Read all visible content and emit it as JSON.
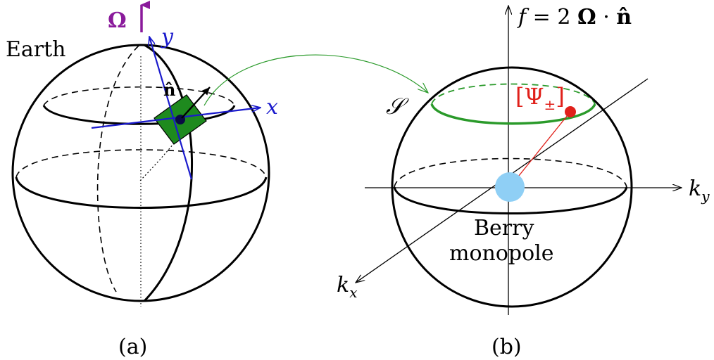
{
  "panel_a": {
    "earth_label": "Earth",
    "omega_label": "Ω",
    "y_label": "y",
    "x_label": "x",
    "n_label": "n̂",
    "caption": "(a)"
  },
  "panel_b": {
    "axis_f_label": "f = 2 Ω · n̂",
    "ky_label": "k",
    "ky_sub": "y",
    "kx_label": "k",
    "kx_sub": "x",
    "surface_label": "𝒮",
    "psi_label": "[Ψ",
    "psi_sub": "±",
    "psi_close": "]",
    "monopole_line1": "Berry",
    "monopole_line2": "monopole",
    "caption": "(b)"
  },
  "colors": {
    "omega": "#8a1a9b",
    "axes_blue": "#1a1acc",
    "patch_green": "#1e8a1e",
    "orbit_green": "#2a9a2a",
    "state_red": "#e0201a",
    "monopole_blue": "#8fcff5",
    "link_arrow_green": "#2a9a2a"
  }
}
